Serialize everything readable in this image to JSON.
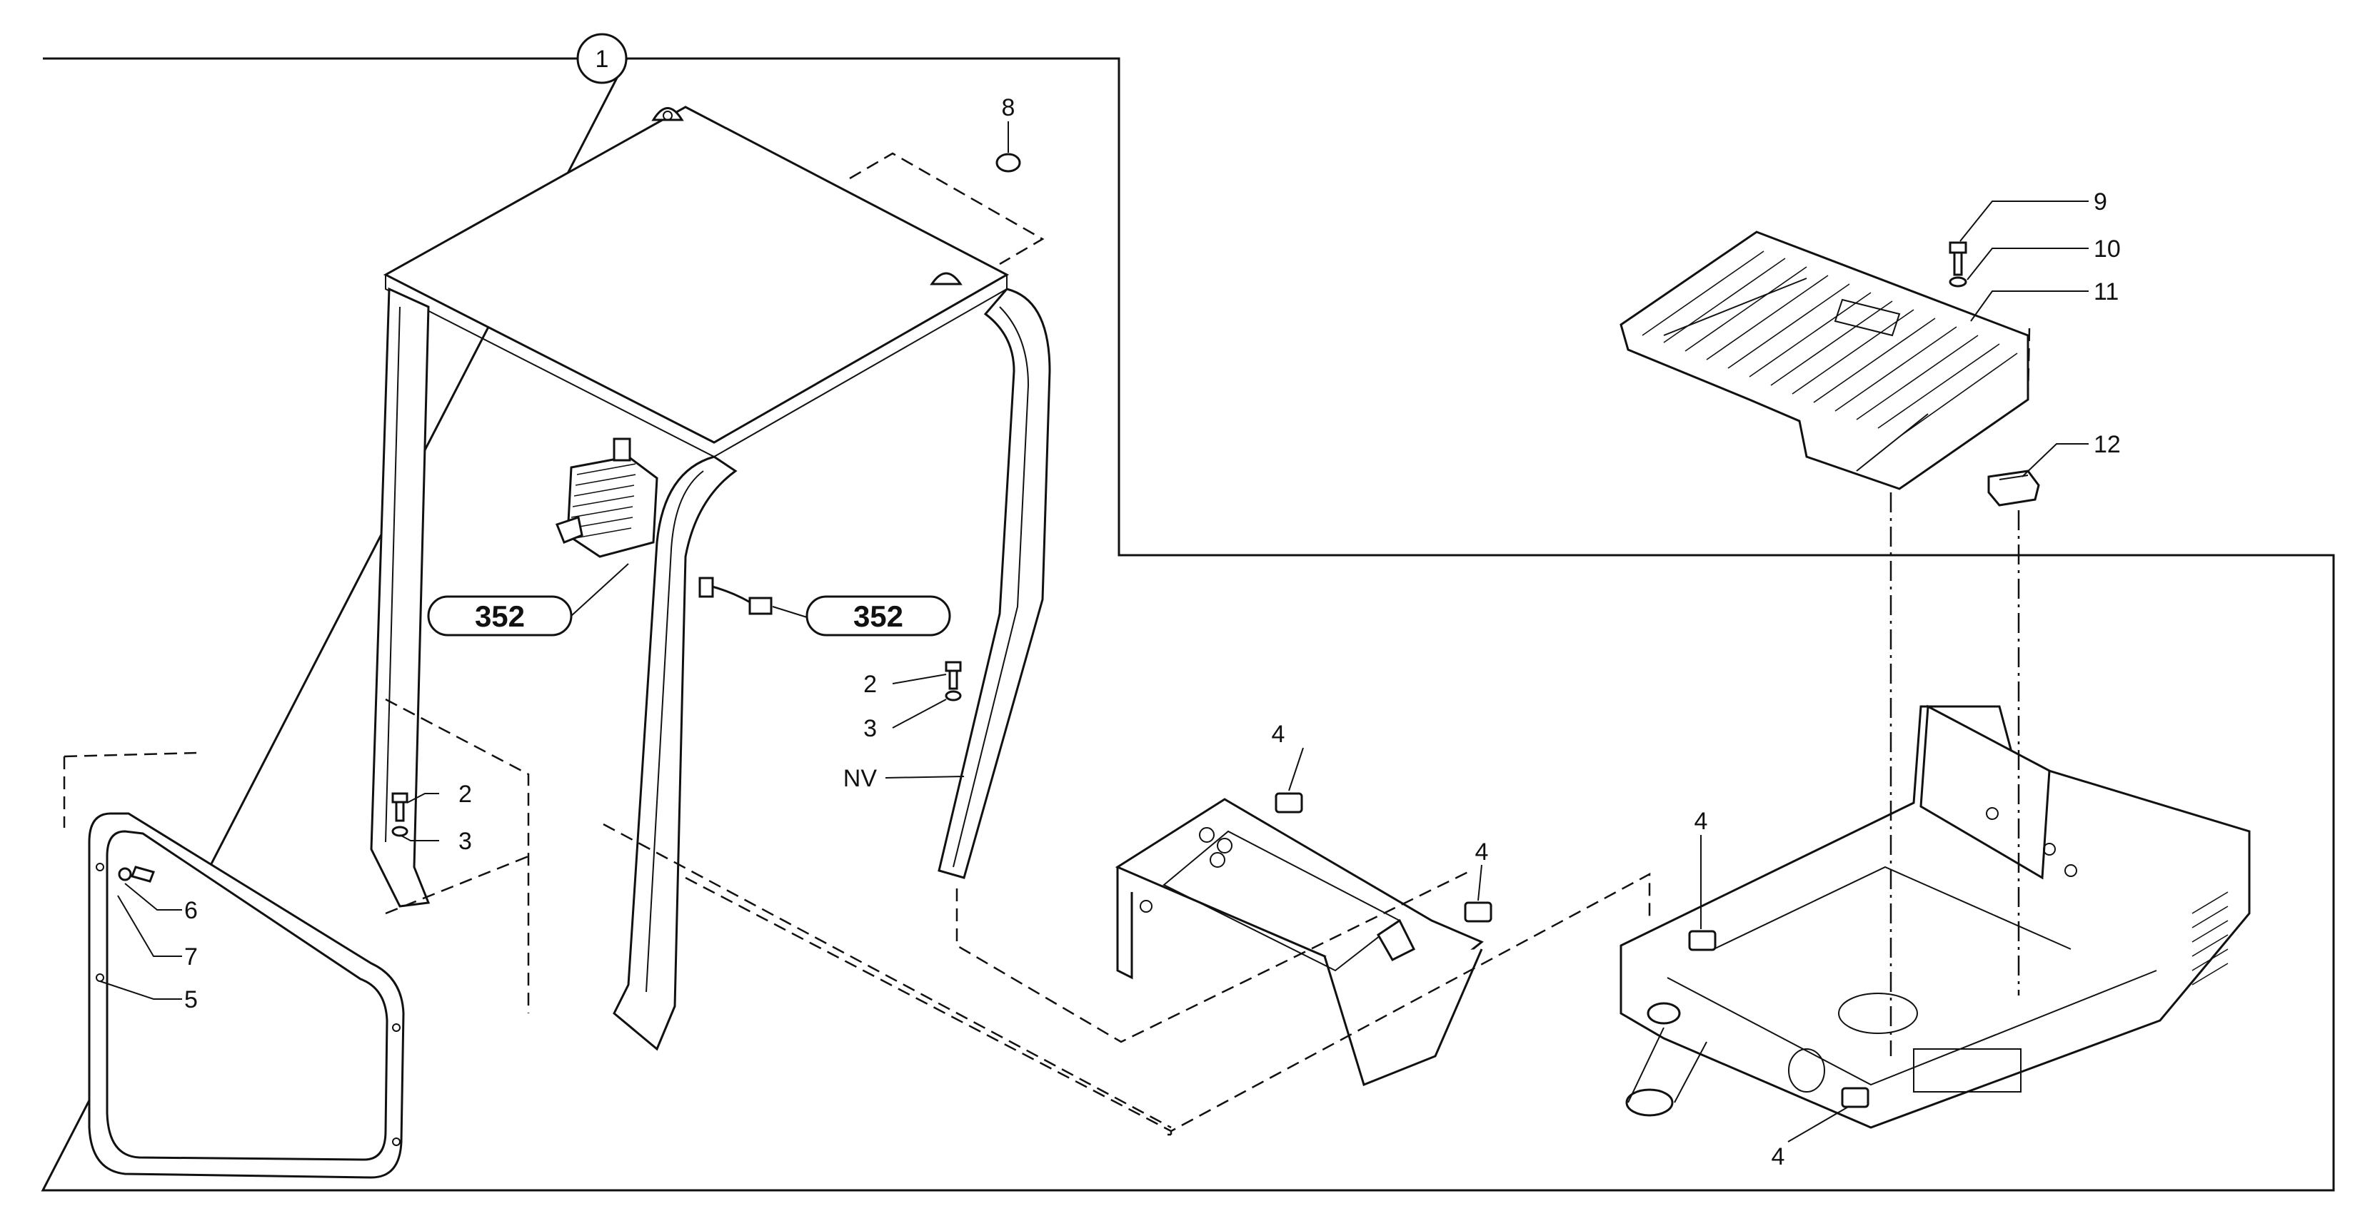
{
  "assembly": {
    "number": "1"
  },
  "callouts": {
    "ref_left": "352",
    "ref_right": "352",
    "c2_left": "2",
    "c3_left": "3",
    "c6": "6",
    "c7": "7",
    "c5": "5",
    "c2_right": "2",
    "c3_right": "3",
    "nv": "NV",
    "c8": "8",
    "c4_a": "4",
    "c4_b": "4",
    "c4_c": "4",
    "c4_d": "4",
    "c9": "9",
    "c10": "10",
    "c11": "11",
    "c12": "12"
  },
  "colors": {
    "line": "#111111",
    "background": "#ffffff"
  }
}
